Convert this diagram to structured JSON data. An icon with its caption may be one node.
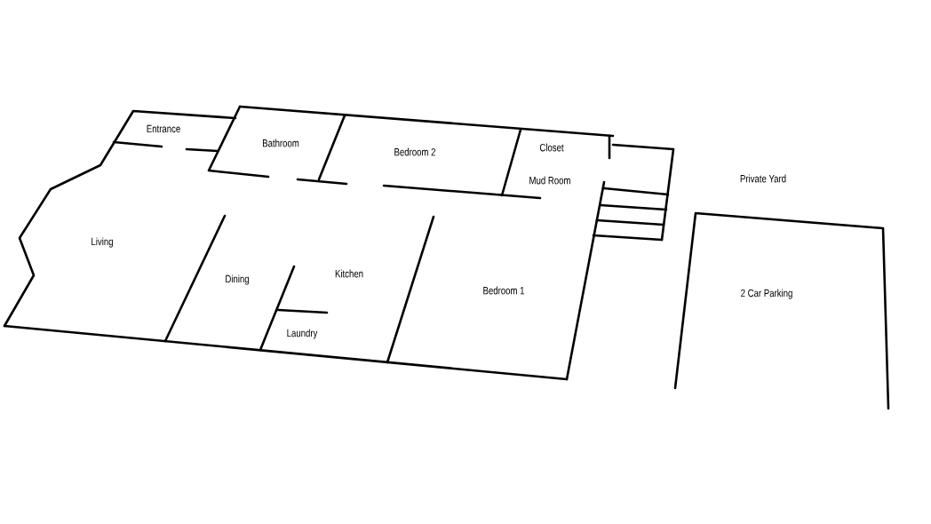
{
  "diagram": {
    "labels": [
      "Entrance",
      "Bathroom",
      "Bedroom 2",
      "Closet",
      "Mud Room",
      "Private Yard",
      "Living",
      "Kitchen",
      "Dining",
      "Bedroom 1",
      "Laundry",
      "2 Car Parking"
    ]
  }
}
